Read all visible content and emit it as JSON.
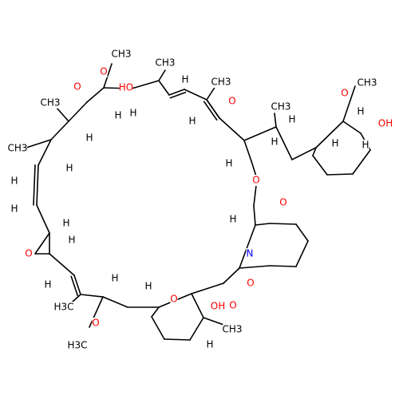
{
  "colors": {
    "oxygen": "#ff0000",
    "nitrogen": "#0000ff",
    "carbon": "#000000",
    "hydrogen": "#000000",
    "background": "#ffffff"
  },
  "labels": [
    {
      "id": "o-ome-top",
      "text": "O",
      "el": "O"
    },
    {
      "id": "ch3-ome-top",
      "text": "CH3",
      "el": "C"
    },
    {
      "id": "o-keto-top",
      "text": "O",
      "el": "O"
    },
    {
      "id": "oh-top",
      "text": "HO",
      "el": "O"
    },
    {
      "id": "ch3-top",
      "text": "CH3",
      "el": "C"
    },
    {
      "id": "h-alkene-top",
      "text": "H",
      "el": "H"
    },
    {
      "id": "ch3-top2",
      "text": "CH3",
      "el": "C"
    },
    {
      "id": "o-keto-right",
      "text": "O",
      "el": "O"
    },
    {
      "id": "ch3-chain",
      "text": "CH3",
      "el": "C"
    },
    {
      "id": "h-chain",
      "text": "H",
      "el": "H"
    },
    {
      "id": "o-ome-right",
      "text": "O",
      "el": "O"
    },
    {
      "id": "ch3-ome-right",
      "text": "CH3",
      "el": "C"
    },
    {
      "id": "oh-right",
      "text": "OH",
      "el": "O"
    },
    {
      "id": "h-ring-a",
      "text": "H",
      "el": "H"
    },
    {
      "id": "h-ring-b",
      "text": "H",
      "el": "H"
    },
    {
      "id": "h-ring-c",
      "text": "H",
      "el": "H"
    },
    {
      "id": "ch3-left",
      "text": "CH3",
      "el": "C"
    },
    {
      "id": "h-left",
      "text": "H",
      "el": "H"
    },
    {
      "id": "ch3-left2",
      "text": "CH3",
      "el": "C"
    },
    {
      "id": "h-left2",
      "text": "H",
      "el": "H"
    },
    {
      "id": "h-alkene-l1",
      "text": "H",
      "el": "H"
    },
    {
      "id": "h-alkene-l2",
      "text": "H",
      "el": "H"
    },
    {
      "id": "o-epoxide",
      "text": "O",
      "el": "O"
    },
    {
      "id": "h-ep-1",
      "text": "H",
      "el": "H"
    },
    {
      "id": "h-ep-2",
      "text": "H",
      "el": "H"
    },
    {
      "id": "h-alkene-b",
      "text": "H",
      "el": "H"
    },
    {
      "id": "h-c1",
      "text": "H",
      "el": "H"
    },
    {
      "id": "ch3-bottom",
      "text": "H3C",
      "el": "C"
    },
    {
      "id": "o-ome-bottom",
      "text": "O",
      "el": "O"
    },
    {
      "id": "ch3-ome-bottom",
      "text": "H3C",
      "el": "C"
    },
    {
      "id": "h-bottom",
      "text": "H",
      "el": "H"
    },
    {
      "id": "o-pyran",
      "text": "O",
      "el": "O"
    },
    {
      "id": "oh-pyran",
      "text": "OH",
      "el": "O"
    },
    {
      "id": "o-keto-bottom",
      "text": "O",
      "el": "O"
    },
    {
      "id": "ch3-pyran",
      "text": "CH3",
      "el": "C"
    },
    {
      "id": "h-pyran",
      "text": "H",
      "el": "H"
    },
    {
      "id": "o-amide",
      "text": "O",
      "el": "O"
    },
    {
      "id": "n-pip",
      "text": "N",
      "el": "N"
    },
    {
      "id": "h-pip",
      "text": "H",
      "el": "H"
    },
    {
      "id": "o-ester-c",
      "text": "O",
      "el": "O"
    },
    {
      "id": "o-ester",
      "text": "O",
      "el": "O"
    },
    {
      "id": "h-ester",
      "text": "H",
      "el": "H"
    },
    {
      "id": "h-top-right",
      "text": "H",
      "el": "H"
    },
    {
      "id": "h-keto-ch",
      "text": "H",
      "el": "H"
    },
    {
      "id": "h-keto-ch2",
      "text": "H",
      "el": "H"
    },
    {
      "id": "h-oh-ch",
      "text": "H",
      "el": "H"
    }
  ]
}
